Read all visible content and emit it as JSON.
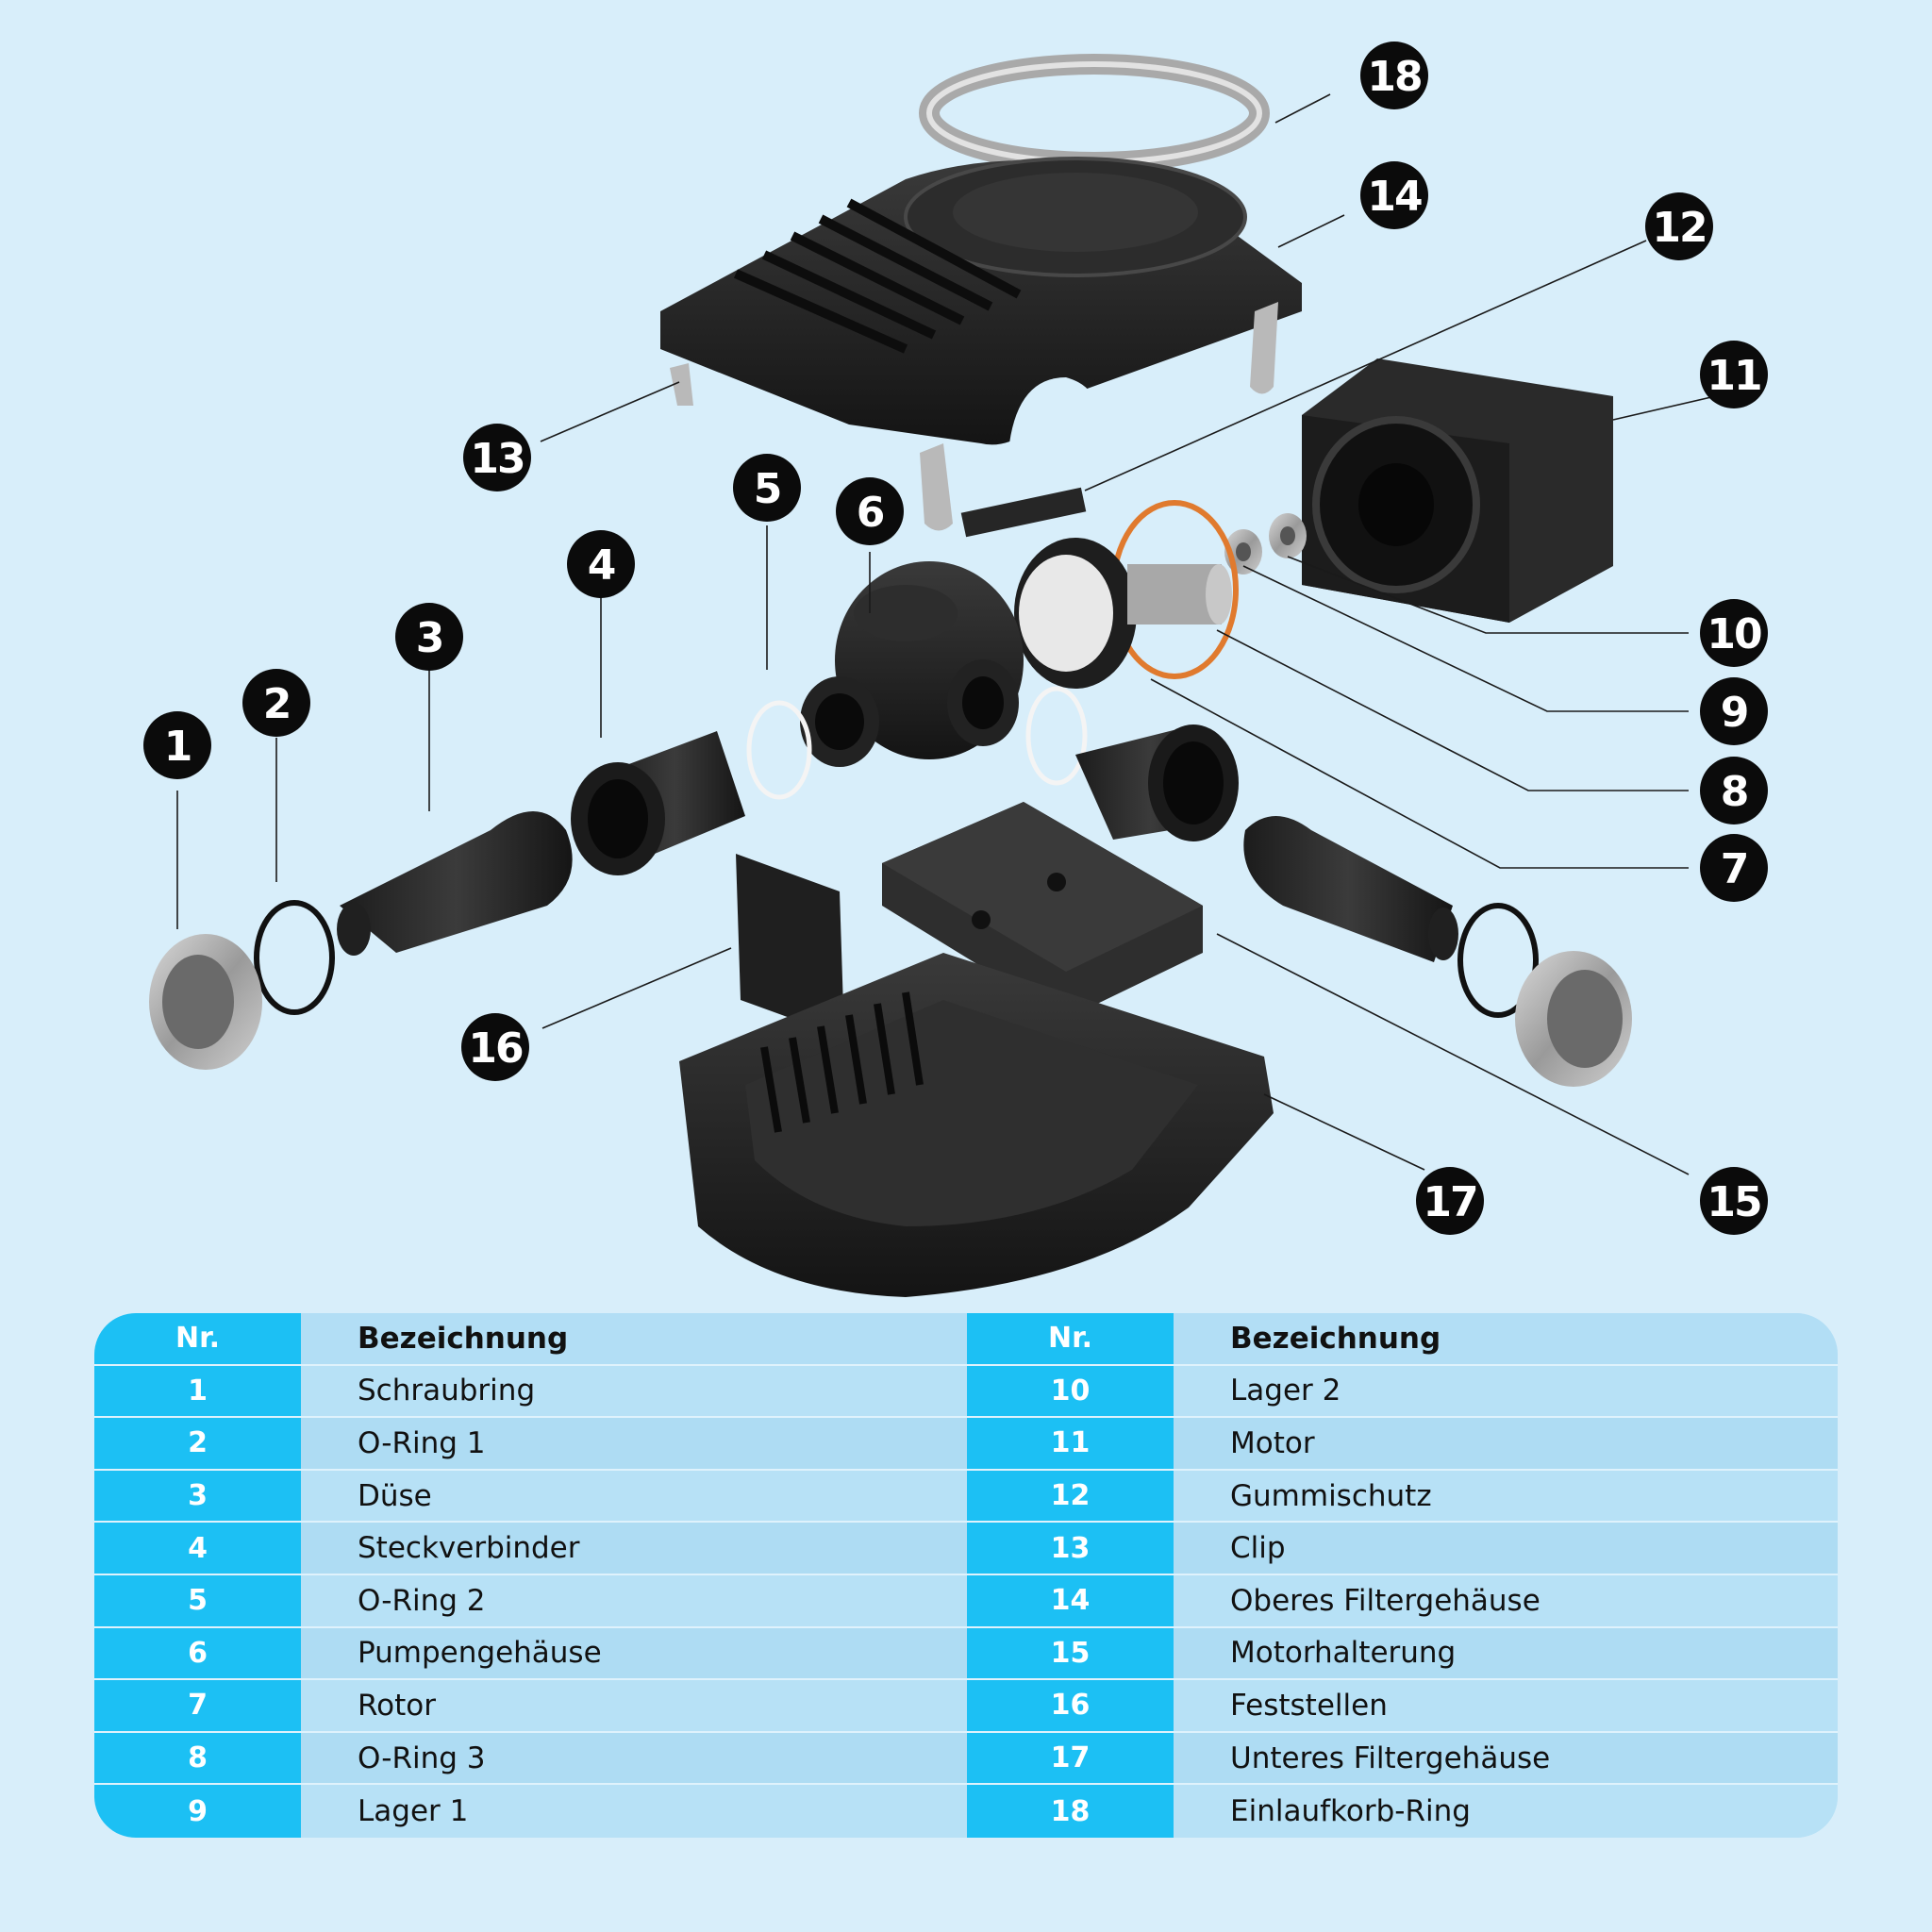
{
  "callouts": [
    "1",
    "2",
    "3",
    "4",
    "5",
    "6",
    "7",
    "8",
    "9",
    "10",
    "11",
    "12",
    "13",
    "14",
    "15",
    "16",
    "17",
    "18"
  ],
  "table": {
    "left_header_nr": "Nr.",
    "left_header_desc": "Bezeichnung",
    "right_header_nr": "Nr.",
    "right_header_desc": "Bezeichnung",
    "left_rows": [
      {
        "nr": "1",
        "name": "Schraubring"
      },
      {
        "nr": "2",
        "name": "O-Ring 1"
      },
      {
        "nr": "3",
        "name": "Düse"
      },
      {
        "nr": "4",
        "name": "Steckverbinder"
      },
      {
        "nr": "5",
        "name": "O-Ring 2"
      },
      {
        "nr": "6",
        "name": "Pumpengehäuse"
      },
      {
        "nr": "7",
        "name": "Rotor"
      },
      {
        "nr": "8",
        "name": "O-Ring 3"
      },
      {
        "nr": "9",
        "name": "Lager 1"
      }
    ],
    "right_rows": [
      {
        "nr": "10",
        "name": "Lager 2"
      },
      {
        "nr": "11",
        "name": "Motor"
      },
      {
        "nr": "12",
        "name": "Gummischutz"
      },
      {
        "nr": "13",
        "name": "Clip"
      },
      {
        "nr": "14",
        "name": "Oberes Filtergehäuse"
      },
      {
        "nr": "15",
        "name": "Motorhalterung"
      },
      {
        "nr": "16",
        "name": "Feststellen"
      },
      {
        "nr": "17",
        "name": "Unteres Filtergehäuse"
      },
      {
        "nr": "18",
        "name": "Einlaufkorb-Ring"
      }
    ]
  },
  "colors": {
    "background": "#d8eefa",
    "table_number_column": "#1cc0f4",
    "table_name_column": "#b7e1f6",
    "callout": "#0b0b0b",
    "o_ring_orange": "#e07a2e"
  }
}
